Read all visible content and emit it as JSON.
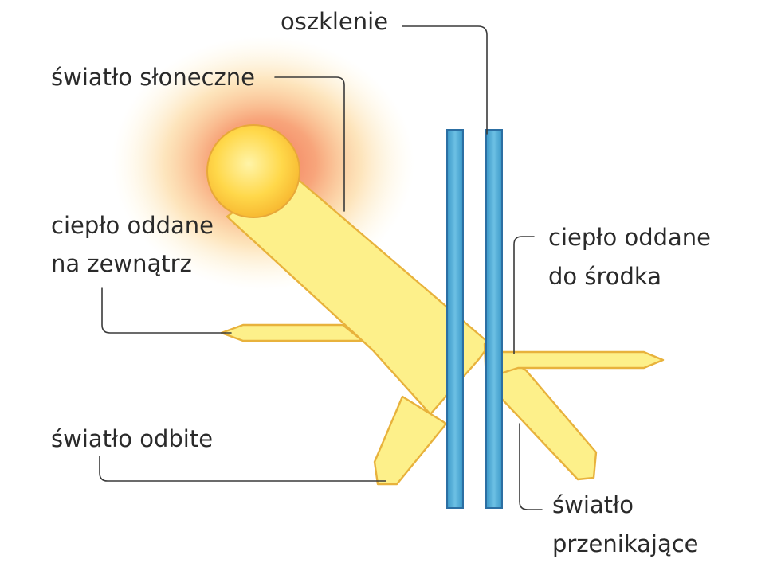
{
  "labels": {
    "glazing": "oszklenie",
    "sunlight": "światło słoneczne",
    "heat_out_line1": "ciepło oddane",
    "heat_out_line2": "na zewnątrz",
    "heat_in_line1": "ciepło oddane",
    "heat_in_line2": "do środka",
    "reflected": "światło odbite",
    "transmitted_line1": "światło",
    "transmitted_line2": "przenikające"
  },
  "colors": {
    "beam_fill": "#fdf08a",
    "beam_outline": "#e8b23c",
    "sun_core": "#ffd23f",
    "sun_glow": "#f26b4f",
    "glass_pane": "#4aa8d4",
    "leader_line": "#3a3a3a",
    "text": "#2a2a2a"
  }
}
